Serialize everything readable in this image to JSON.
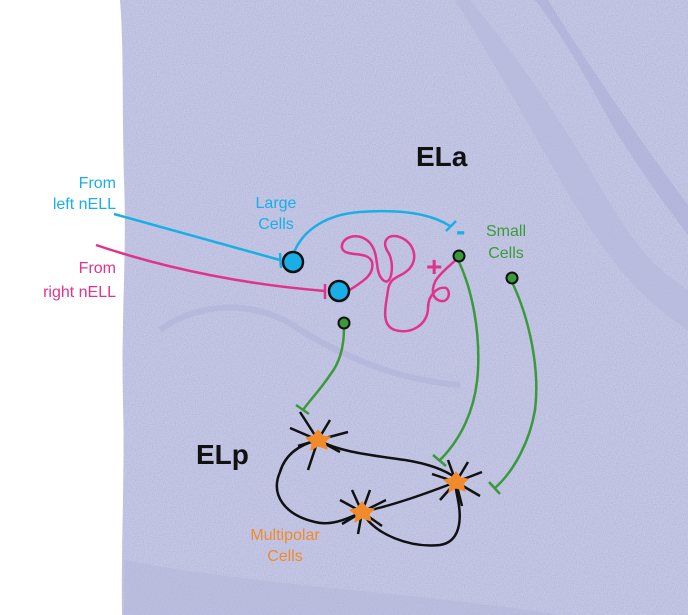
{
  "regions": {
    "ela": "ELa",
    "elp": "ELp"
  },
  "inputs": {
    "left": {
      "line1": "From",
      "line2": "left nELL"
    },
    "right": {
      "line1": "From",
      "line2": "right nELL"
    }
  },
  "cells": {
    "large": {
      "line1": "Large",
      "line2": "Cells"
    },
    "small": {
      "line1": "Small",
      "line2": "Cells"
    },
    "multipolar": {
      "line1": "Multipolar",
      "line2": "Cells"
    }
  },
  "signs": {
    "plus": "+",
    "minus": "-"
  },
  "colors": {
    "left_input": "#1aaee6",
    "right_input": "#e0338a",
    "small_cell": "#3a9a3a",
    "multipolar": "#f08a2a",
    "connections": "#111111",
    "tissue": "#c3c6e2"
  }
}
